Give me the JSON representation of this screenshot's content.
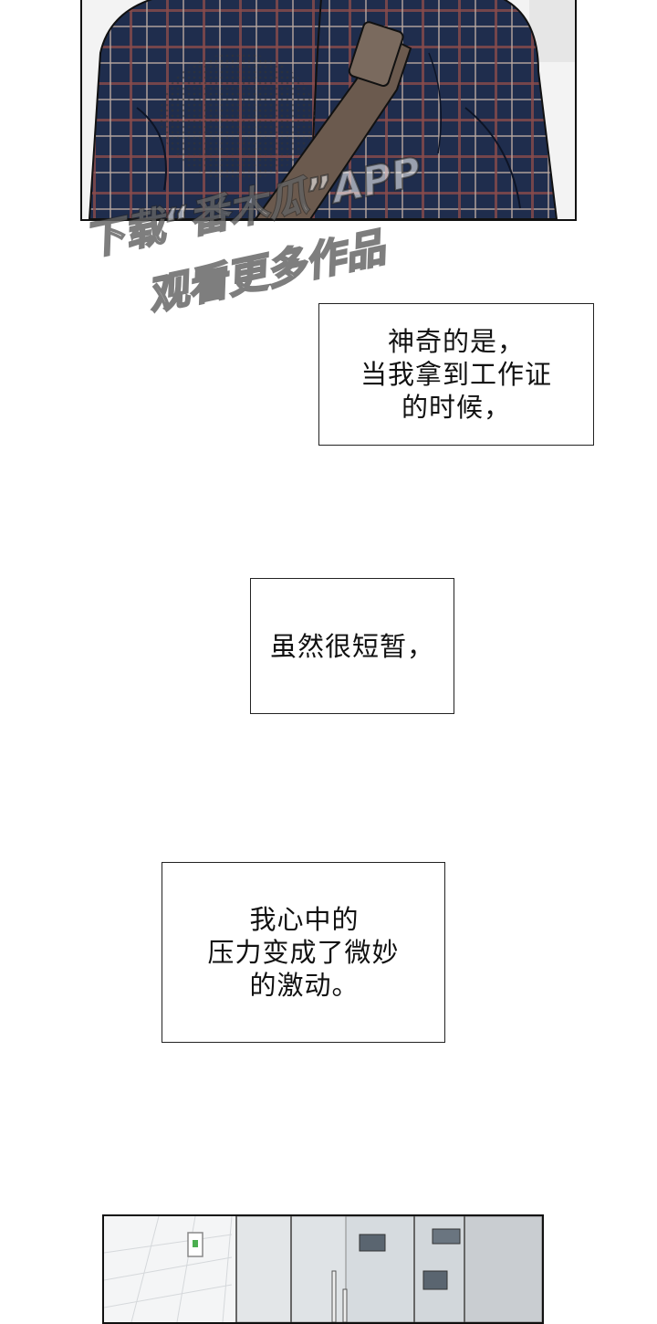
{
  "captions": [
    {
      "lines": [
        "神奇的是，",
        "当我拿到工作证",
        "的时候，"
      ]
    },
    {
      "lines": [
        "虽然很短暂，"
      ]
    },
    {
      "lines": [
        "我心中的",
        "压力变成了微妙",
        "的激动。"
      ]
    }
  ],
  "watermark": {
    "line1": "下载“番木瓜”APP",
    "line2": "观看更多作品"
  },
  "colors": {
    "shirt": "#1f2d4d",
    "plaid_red": "#8a4b4b",
    "plaid_light": "#b9a9a0",
    "strap": "#6b5a4e",
    "background": "#ffffff"
  }
}
